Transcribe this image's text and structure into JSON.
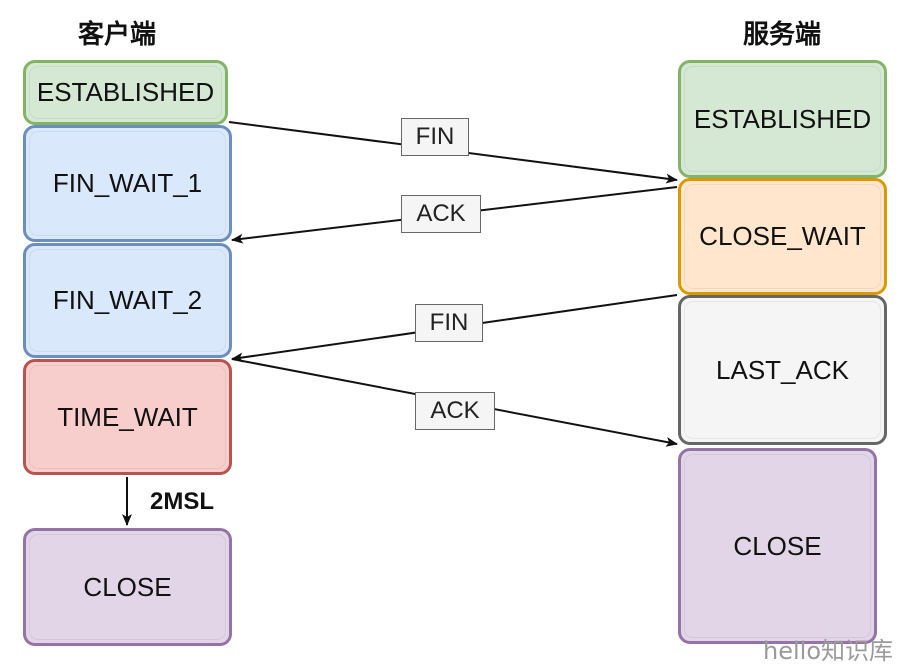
{
  "client_title": "客户端",
  "server_title": "服务端",
  "client_states": {
    "established": "ESTABLISHED",
    "fin_wait_1": "FIN_WAIT_1",
    "fin_wait_2": "FIN_WAIT_2",
    "time_wait": "TIME_WAIT",
    "close": "CLOSE"
  },
  "server_states": {
    "established": "ESTABLISHED",
    "close_wait": "CLOSE_WAIT",
    "last_ack": "LAST_ACK",
    "close": "CLOSE"
  },
  "messages": {
    "fin_1": "FIN",
    "ack_1": "ACK",
    "fin_2": "FIN",
    "ack_2": "ACK"
  },
  "timer_label": "2MSL",
  "watermark": "hello知识库",
  "colors": {
    "green_fill": "#d5e8d4",
    "green_stroke": "#82b366",
    "blue_fill": "#dae8fc",
    "blue_stroke": "#6c8ebf",
    "red_fill": "#f8cecc",
    "red_stroke": "#b85450",
    "purple_fill": "#e1d5e7",
    "purple_stroke": "#9673a6",
    "orange_fill": "#ffe6cc",
    "orange_stroke": "#d79b00",
    "gray_fill": "#f5f5f5",
    "gray_stroke": "#666666"
  }
}
